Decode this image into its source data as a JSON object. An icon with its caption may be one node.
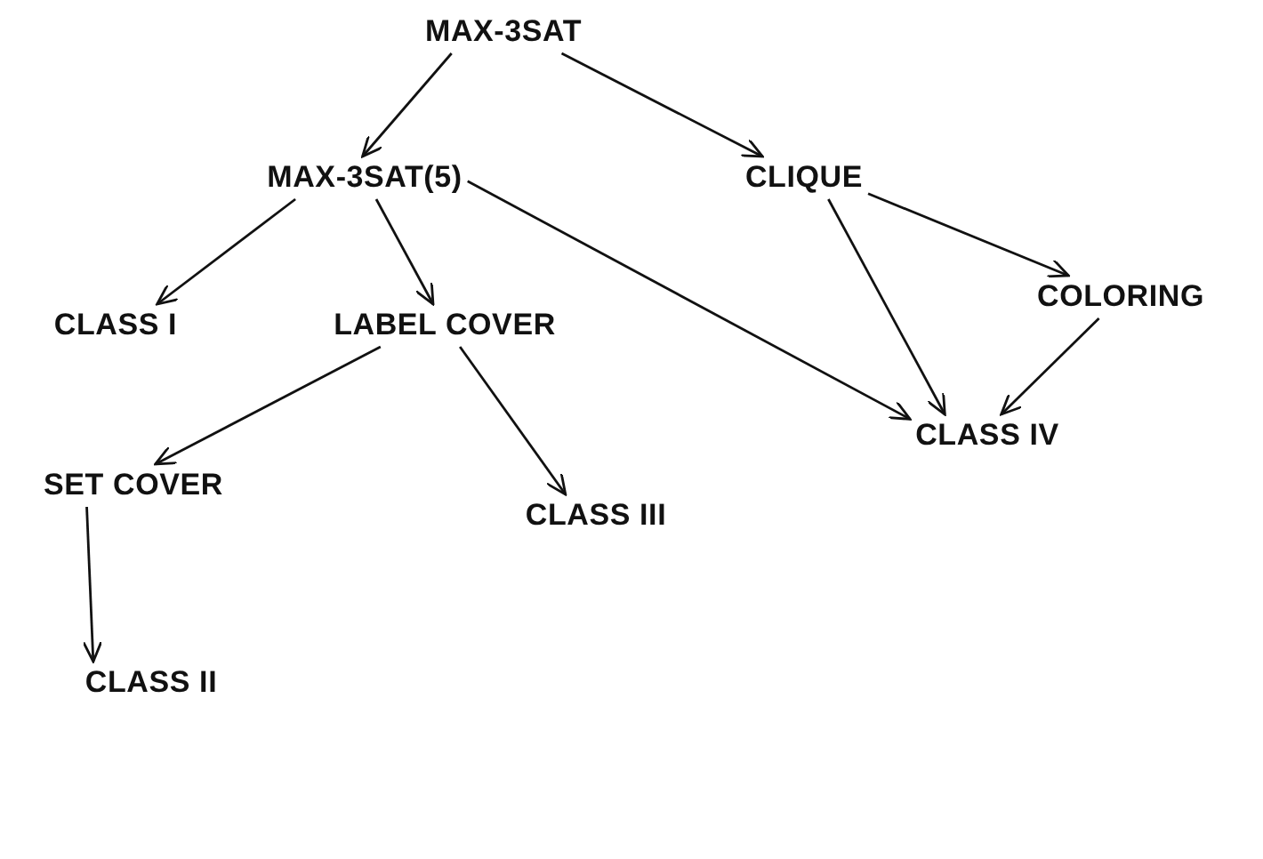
{
  "diagram": {
    "nodes": [
      {
        "text": [
          "MAX-3SAT"
        ]
      },
      {
        "text": [
          "MAX-3SAT(5)"
        ]
      },
      {
        "text": [
          "CLIQUE"
        ]
      },
      {
        "text": [
          "CLASS I"
        ]
      },
      {
        "text": [
          "LABEL COVER"
        ]
      },
      {
        "text": [
          "COLORING"
        ]
      },
      {
        "text": [
          "CLASS IV"
        ]
      },
      {
        "text": [
          "SET COVER"
        ]
      },
      {
        "text": [
          "CLASS III"
        ]
      },
      {
        "text": [
          "CLASS II"
        ]
      }
    ],
    "edges": [
      {
        "from": 0,
        "to": 1,
        "arrow": "to"
      },
      {
        "from": 0,
        "to": 2,
        "arrow": "to"
      },
      {
        "from": 1,
        "to": 3,
        "arrow": "to"
      },
      {
        "from": 1,
        "to": 4,
        "arrow": "to"
      },
      {
        "from": 1,
        "to": 6,
        "arrow": "to"
      },
      {
        "from": 2,
        "to": 6,
        "arrow": "to"
      },
      {
        "from": 2,
        "to": 5,
        "arrow": "to"
      },
      {
        "from": 5,
        "to": 6,
        "arrow": "to"
      },
      {
        "from": 4,
        "to": 7,
        "arrow": "to"
      },
      {
        "from": 4,
        "to": 8,
        "arrow": "to"
      },
      {
        "from": 7,
        "to": 9,
        "arrow": "to"
      }
    ]
  }
}
